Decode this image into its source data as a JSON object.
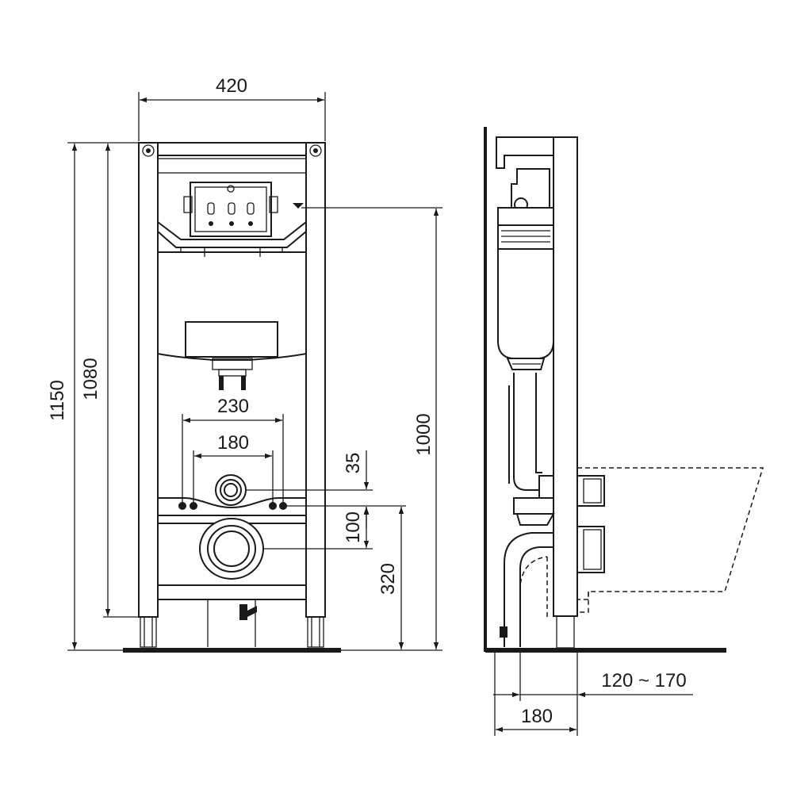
{
  "front_view": {
    "width_overall": "420",
    "height_overall": "1150",
    "height_frame": "1080",
    "height_flush_plate": "1000",
    "bolt_spacing_outer": "230",
    "bolt_spacing_inner": "180",
    "offset_inlet": "35",
    "offset_outlet": "100",
    "outlet_height": "320"
  },
  "side_view": {
    "depth": "180",
    "wall_range": "120 ~ 170"
  }
}
